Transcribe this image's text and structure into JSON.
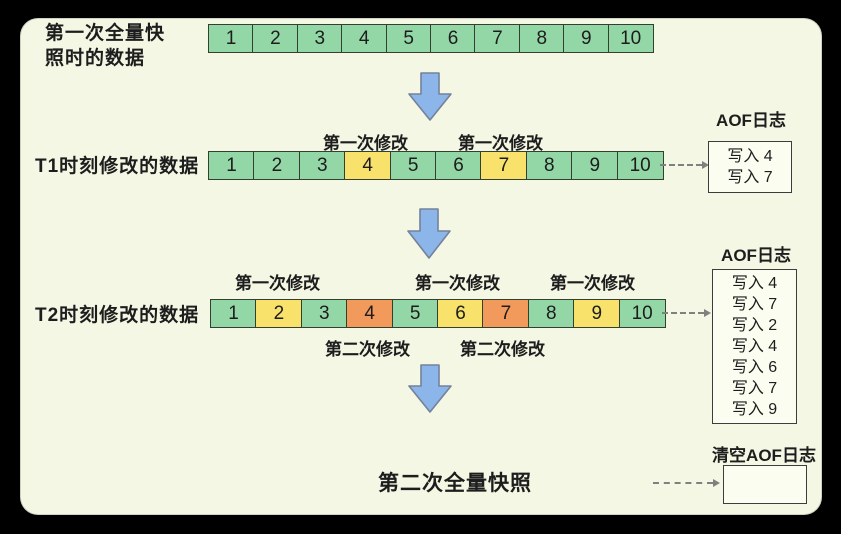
{
  "colors": {
    "frame-bg": "#000000",
    "canvas-bg": "#f3f7e3",
    "cell-green": "#93d7a7",
    "cell-yellow": "#f8e26b",
    "cell-orange": "#f19a5c",
    "cell-border": "#34402f",
    "arrow-fill": "#8cb5e9",
    "arrow-stroke": "#75819b",
    "box-border": "#3d3d3d",
    "text": "#1d1d1d",
    "connector": "#808080"
  },
  "row1": {
    "label": "第一次全量快\n照时的数据",
    "cells": [
      {
        "value": "1",
        "color": "green"
      },
      {
        "value": "2",
        "color": "green"
      },
      {
        "value": "3",
        "color": "green"
      },
      {
        "value": "4",
        "color": "green"
      },
      {
        "value": "5",
        "color": "green"
      },
      {
        "value": "6",
        "color": "green"
      },
      {
        "value": "7",
        "color": "green"
      },
      {
        "value": "8",
        "color": "green"
      },
      {
        "value": "9",
        "color": "green"
      },
      {
        "value": "10",
        "color": "green"
      }
    ]
  },
  "row2": {
    "label": "T1时刻修改的数据",
    "cells": [
      {
        "value": "1",
        "color": "green"
      },
      {
        "value": "2",
        "color": "green"
      },
      {
        "value": "3",
        "color": "green"
      },
      {
        "value": "4",
        "color": "yellow"
      },
      {
        "value": "5",
        "color": "green"
      },
      {
        "value": "6",
        "color": "green"
      },
      {
        "value": "7",
        "color": "yellow"
      },
      {
        "value": "8",
        "color": "green"
      },
      {
        "value": "9",
        "color": "green"
      },
      {
        "value": "10",
        "color": "green"
      }
    ],
    "top_labels": [
      {
        "text": "第一次修改",
        "cell": 4
      },
      {
        "text": "第一次修改",
        "cell": 7
      }
    ],
    "aof_title": "AOF日志",
    "aof_entries": [
      "写入 4",
      "写入 7"
    ]
  },
  "row3": {
    "label": "T2时刻修改的数据",
    "cells": [
      {
        "value": "1",
        "color": "green"
      },
      {
        "value": "2",
        "color": "yellow"
      },
      {
        "value": "3",
        "color": "green"
      },
      {
        "value": "4",
        "color": "orange"
      },
      {
        "value": "5",
        "color": "green"
      },
      {
        "value": "6",
        "color": "yellow"
      },
      {
        "value": "7",
        "color": "orange"
      },
      {
        "value": "8",
        "color": "green"
      },
      {
        "value": "9",
        "color": "yellow"
      },
      {
        "value": "10",
        "color": "green"
      }
    ],
    "top_labels": [
      {
        "text": "第一次修改",
        "cell": 2
      },
      {
        "text": "第一次修改",
        "cell": 6
      },
      {
        "text": "第一次修改",
        "cell": 9
      }
    ],
    "bottom_labels": [
      {
        "text": "第二次修改",
        "cell": 4
      },
      {
        "text": "第二次修改",
        "cell": 7
      }
    ],
    "aof_title": "AOF日志",
    "aof_entries": [
      "写入 4",
      "写入 7",
      "写入 2",
      "写入 4",
      "写入 6",
      "写入 7",
      "写入 9"
    ]
  },
  "bottom": {
    "label": "第二次全量快照",
    "aof_title": "清空AOF日志"
  }
}
